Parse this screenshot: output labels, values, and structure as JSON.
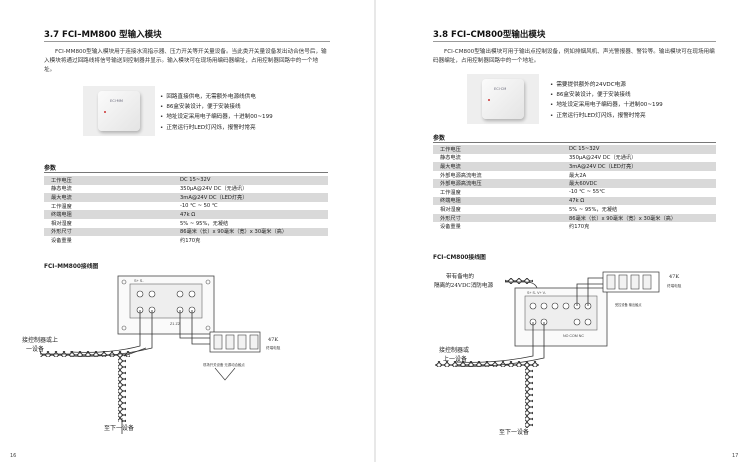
{
  "left": {
    "section_title": "3.7  FCI–MM800 型输入模块",
    "intro": "FCI-MM800型输入模块用于连接水流指示器、压力开关等开关量设备。当此类开关量设备发出动合信号后，输入模块将通过回路线将信号输送到控制器并显示。输入模块可在现场用编码器编址，占用控制器回路中的一个地址。",
    "device_tag": "ECI·MM",
    "features": [
      "回路直接供电，无需额外电源线供电",
      "86盒安装设计，便于安装接线",
      "地址设定采用电子编码器，十进制00~199",
      "正常运行时LED灯闪烁，报警时常亮"
    ],
    "param_heading": "参数",
    "specs": [
      [
        "工作电压",
        "DC 15~32V"
      ],
      [
        "静态电流",
        "350μA@24V DC（无通讯）"
      ],
      [
        "最大电流",
        "3mA@24V DC（LED灯亮）"
      ],
      [
        "工作温度",
        "-10 ℃ ~ 50 ℃"
      ],
      [
        "终端电阻",
        "47k Ω"
      ],
      [
        "相对湿度",
        "5% ~ 95%，无凝结"
      ],
      [
        "外形尺寸",
        "86毫米（长）x 90毫米（宽）x 30毫米（高）"
      ],
      [
        "设备重量",
        "约170克"
      ]
    ],
    "wiring_heading": "FCI–MM800接线图",
    "wiring": {
      "from_controller_1": "接控制器或上",
      "from_controller_2": "一设备",
      "to_next": "至下一设备",
      "eol_value": "47K",
      "eol_label": "终端电阻",
      "term_top": "S+  S-",
      "term_bottom": "Z1  Z2",
      "note": "现场开关设备 无源动合触点"
    },
    "page_number": "16"
  },
  "right": {
    "section_title": "3.8  FCI–CM800型输出模块",
    "intro": "FCI-CM800型输出模块可用于输出点控制设备，例如排烟风机、声光警报器、警铃等。输出模块可在现场用编码器编址，占用控制器回路中的一个地址。",
    "device_tag": "ECI·CM",
    "features": [
      "需要提供额外的24VDC电源",
      "86盒安装设计，便于安装接线",
      "地址设定采用电子编码器，十进制00~199",
      "正常运行时LED灯闪烁，报警时常亮"
    ],
    "param_heading": "参数",
    "specs": [
      [
        "工作电压",
        "DC 15~32V"
      ],
      [
        "静态电流",
        "350μA@24V DC（无通讯）"
      ],
      [
        "最大电流",
        "3mA@24V DC（LED灯亮）"
      ],
      [
        "外部电源高流电流",
        "最大2A"
      ],
      [
        "外部电源高流电压",
        "最大60VDC"
      ],
      [
        "工作温度",
        "-10 ℃ ~ 55℃"
      ],
      [
        "终端电阻",
        "47k Ω"
      ],
      [
        "相对湿度",
        "5% ~ 95%，无凝结"
      ],
      [
        "外形尺寸",
        "86毫米（长）x 90毫米（宽）x 30毫米（高）"
      ],
      [
        "设备重量",
        "约170克"
      ]
    ],
    "wiring_heading": "FCI–CM800接线图",
    "wiring": {
      "power_1": "带有备电的",
      "power_2": "隔离的24VDC消防电源",
      "eol_value": "47K",
      "eol_label": "终端电阻",
      "from_controller_1": "接控制器或",
      "from_controller_2": "上一设备",
      "to_next": "至下一设备",
      "term_top": "S+ S- V+ V-",
      "term_bottom": "NO COM NC",
      "note": "受控设备 输出触点"
    },
    "page_number": "17"
  }
}
